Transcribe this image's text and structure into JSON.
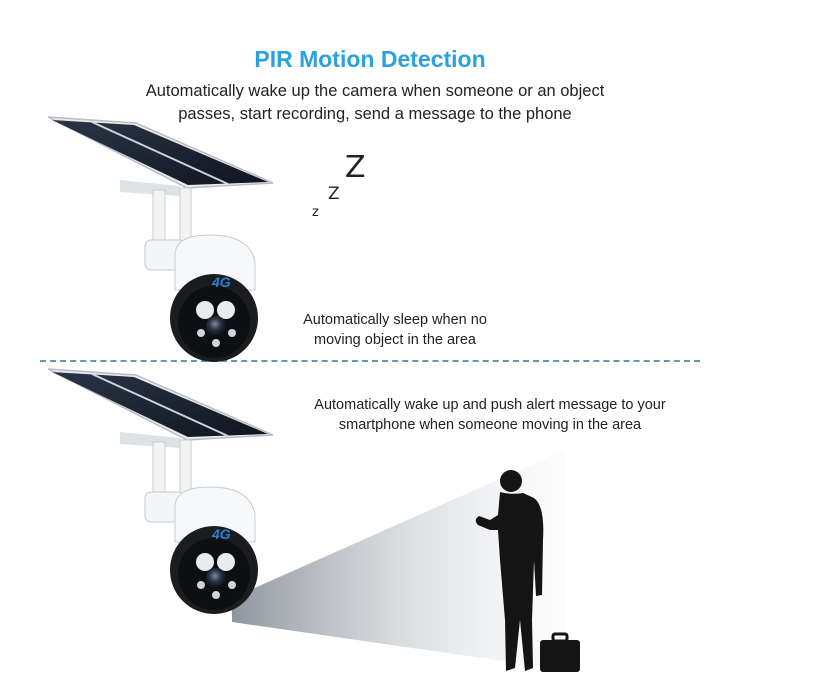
{
  "header": {
    "title": "PIR Motion Detection",
    "intro_line1": "Automatically wake up the camera when someone or an object",
    "intro_line2": "passes, start recording, send a message to the phone"
  },
  "sleep_state": {
    "caption_line1": "Automatically sleep when no",
    "caption_line2": "moving object in the area",
    "zzz": [
      "z",
      "Z",
      "Z"
    ]
  },
  "wake_state": {
    "caption_line1": "Automatically wake up and push alert message to your",
    "caption_line2": "smartphone when someone moving in the area"
  },
  "camera": {
    "badge": "4G"
  },
  "colors": {
    "title": "#2aa3dc",
    "divider": "#5a9fa8",
    "panel": "#1b2432",
    "silhouette": "#141414"
  }
}
